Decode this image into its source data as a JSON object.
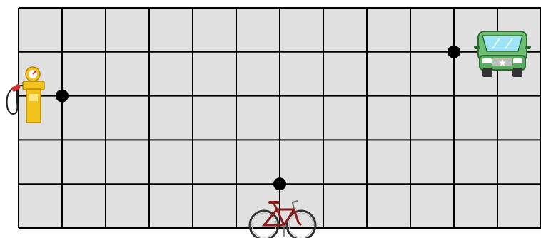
{
  "board": {
    "columns": 12,
    "rows": 5,
    "cell_fill": "#e0e0e0",
    "line_color": "#000000"
  },
  "pieces": [
    {
      "name": "gas-pump-icon",
      "col": 0,
      "row": 2,
      "icon": "gas-pump"
    },
    {
      "name": "car-icon",
      "col": 11,
      "row": 1,
      "icon": "green-car"
    },
    {
      "name": "bicycle-icon",
      "col": 6,
      "row": 5,
      "icon": "red-bicycle"
    }
  ],
  "markers": [
    {
      "name": "marker-gas-station",
      "col": 1,
      "row": 2
    },
    {
      "name": "marker-car",
      "col": 10,
      "row": 1
    },
    {
      "name": "marker-bicycle",
      "col": 6,
      "row": 4
    }
  ],
  "colors": {
    "marker": "#000000",
    "pump_body": "#f2c31b",
    "pump_nozzle": "#d32f2f",
    "car_body": "#6dbf72",
    "bike_frame": "#8b1a1a"
  }
}
